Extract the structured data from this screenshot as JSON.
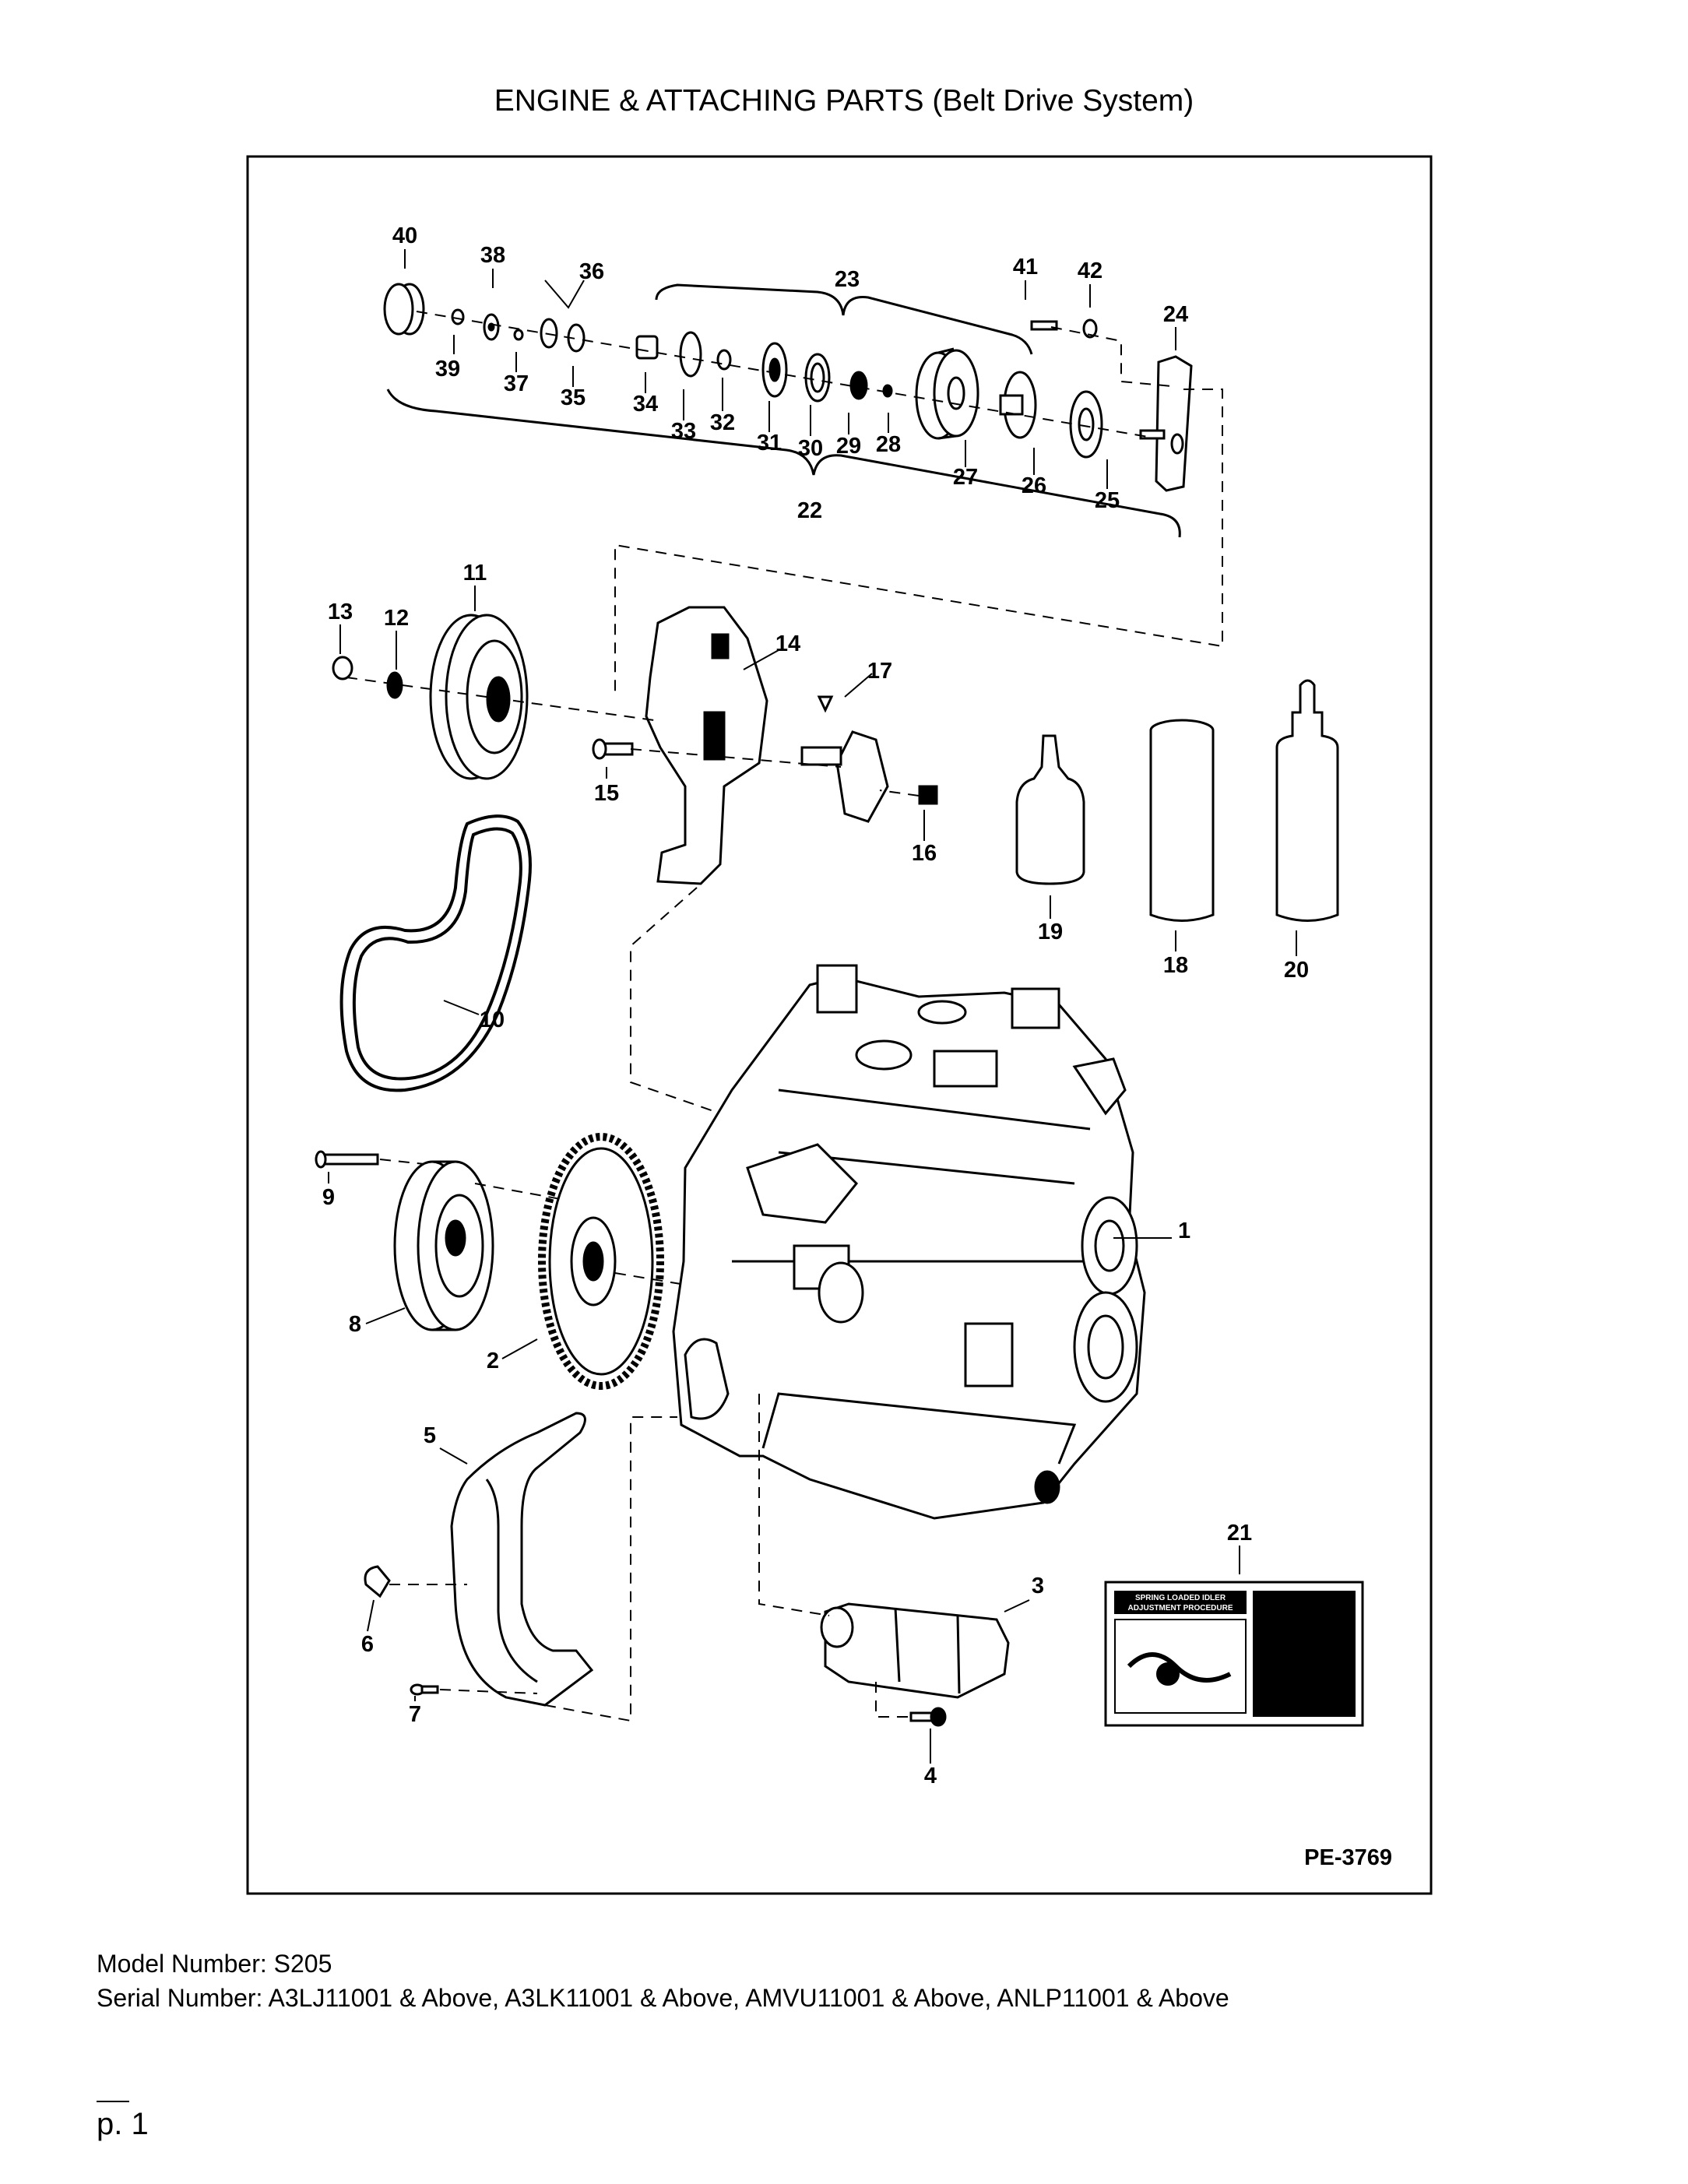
{
  "title": "ENGINE & ATTACHING PARTS (Belt Drive System)",
  "figure_id": "PE-3769",
  "callouts": [
    "1",
    "2",
    "3",
    "4",
    "5",
    "6",
    "7",
    "8",
    "9",
    "10",
    "11",
    "12",
    "13",
    "14",
    "15",
    "16",
    "17",
    "18",
    "19",
    "20",
    "21",
    "22",
    "23",
    "24",
    "25",
    "26",
    "27",
    "28",
    "29",
    "30",
    "31",
    "32",
    "33",
    "34",
    "35",
    "36",
    "37",
    "38",
    "39",
    "40",
    "41",
    "42"
  ],
  "decal": {
    "header": "SPRING LOADED IDLER ADJUSTMENT PROCEDURE"
  },
  "footer": {
    "model": "Model Number: S205",
    "serial": "Serial Number: A3LJ11001 & Above, A3LK11001 & Above, AMVU11001 & Above, ANLP11001 & Above"
  },
  "page": "p. 1"
}
